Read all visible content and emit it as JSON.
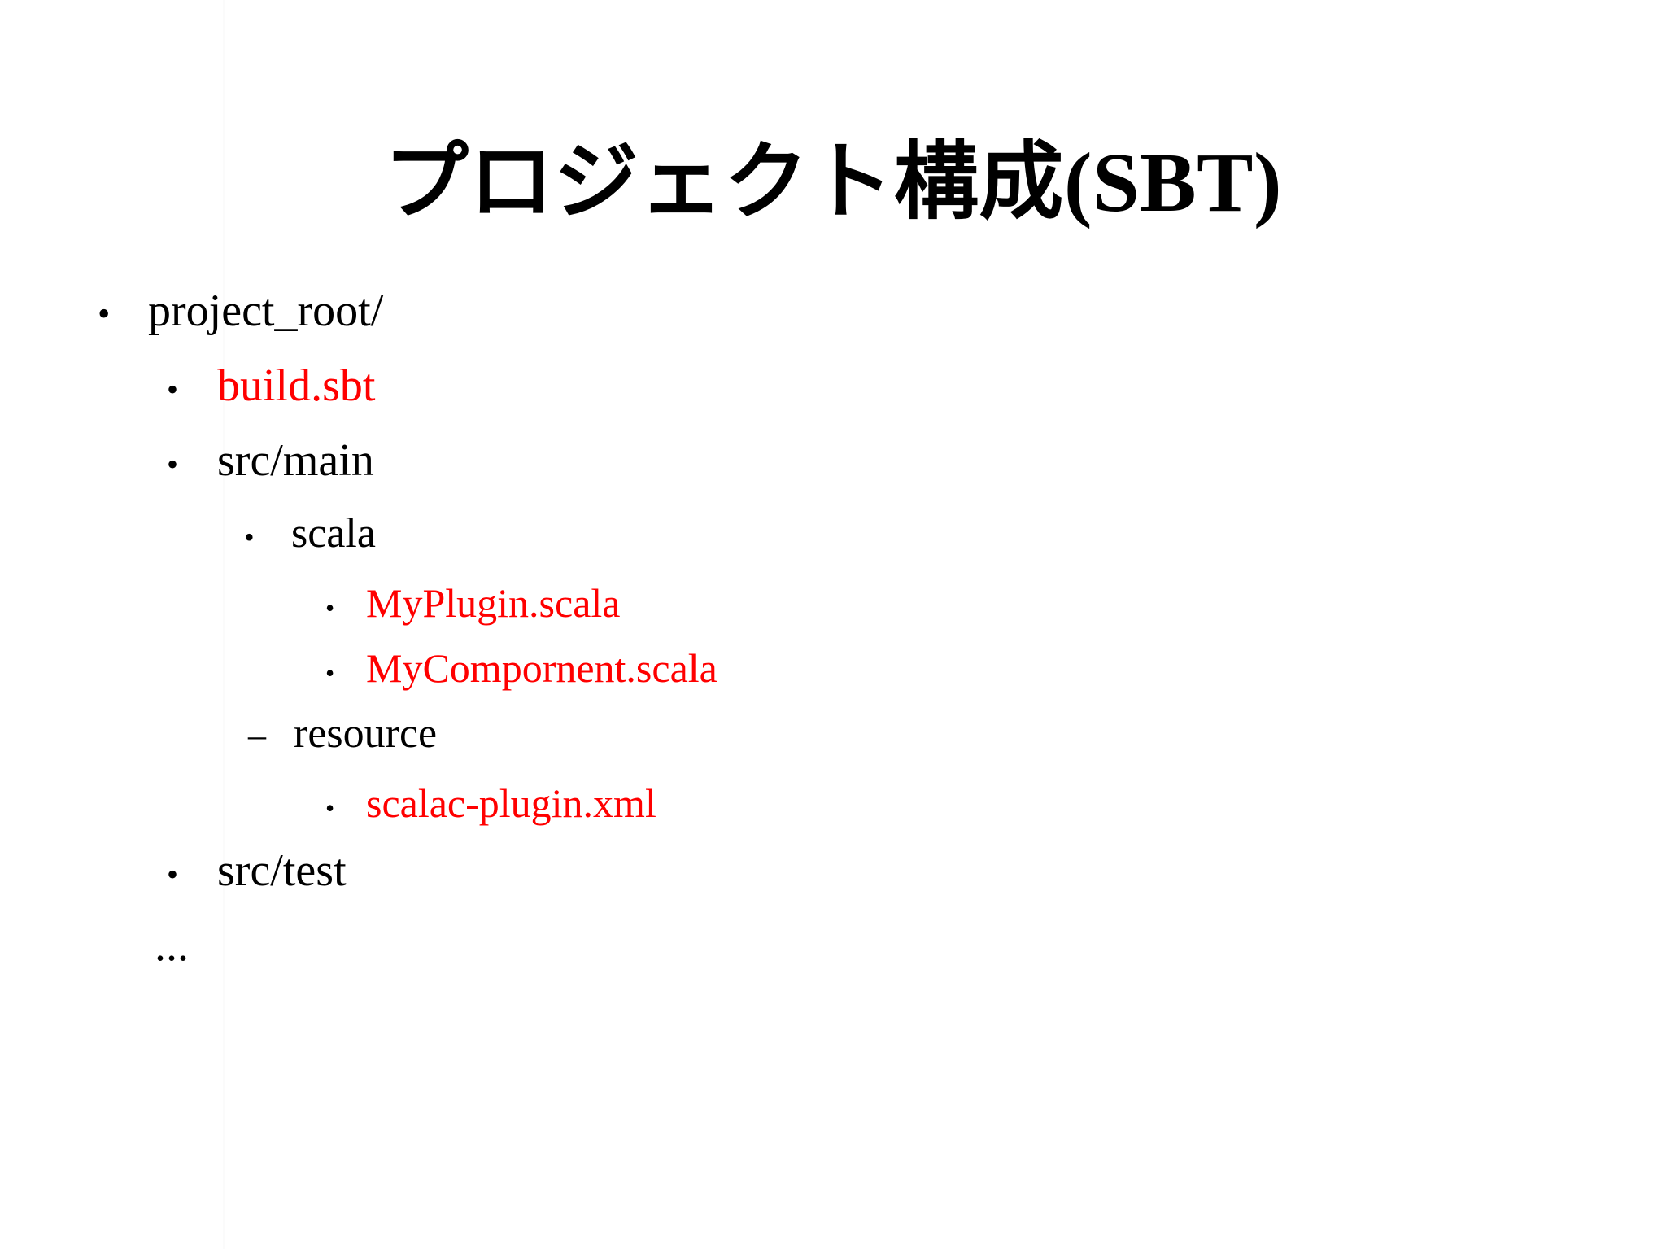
{
  "slide": {
    "title": "プロジェクト構成(SBT)",
    "background_color": "#ffffff",
    "text_color": "#000000",
    "accent_color": "#ff0000",
    "bullets": {
      "disc": "•",
      "dash": "–",
      "ellipsis": "..."
    },
    "outline": [
      {
        "level": 1,
        "marker": "•",
        "text": "project_root/",
        "color": "#000000"
      },
      {
        "level": 2,
        "marker": "•",
        "text": "build.sbt",
        "color": "#ff0000"
      },
      {
        "level": 2,
        "marker": "•",
        "text": "src/main",
        "color": "#000000"
      },
      {
        "level": 3,
        "marker": "•",
        "text": "scala",
        "color": "#000000"
      },
      {
        "level": 4,
        "marker": "•",
        "text": "MyPlugin.scala",
        "color": "#ff0000"
      },
      {
        "level": 4,
        "marker": "•",
        "text": "MyCompornent.scala",
        "color": "#ff0000"
      },
      {
        "level": 3,
        "marker": "–",
        "text": "resource",
        "color": "#000000"
      },
      {
        "level": 4,
        "marker": "•",
        "text": "scalac-plugin.xml",
        "color": "#ff0000"
      },
      {
        "level": 2,
        "marker": "•",
        "text": "src/test",
        "color": "#000000"
      },
      {
        "level": 2,
        "marker": "",
        "text": "...",
        "color": "#000000"
      }
    ]
  }
}
